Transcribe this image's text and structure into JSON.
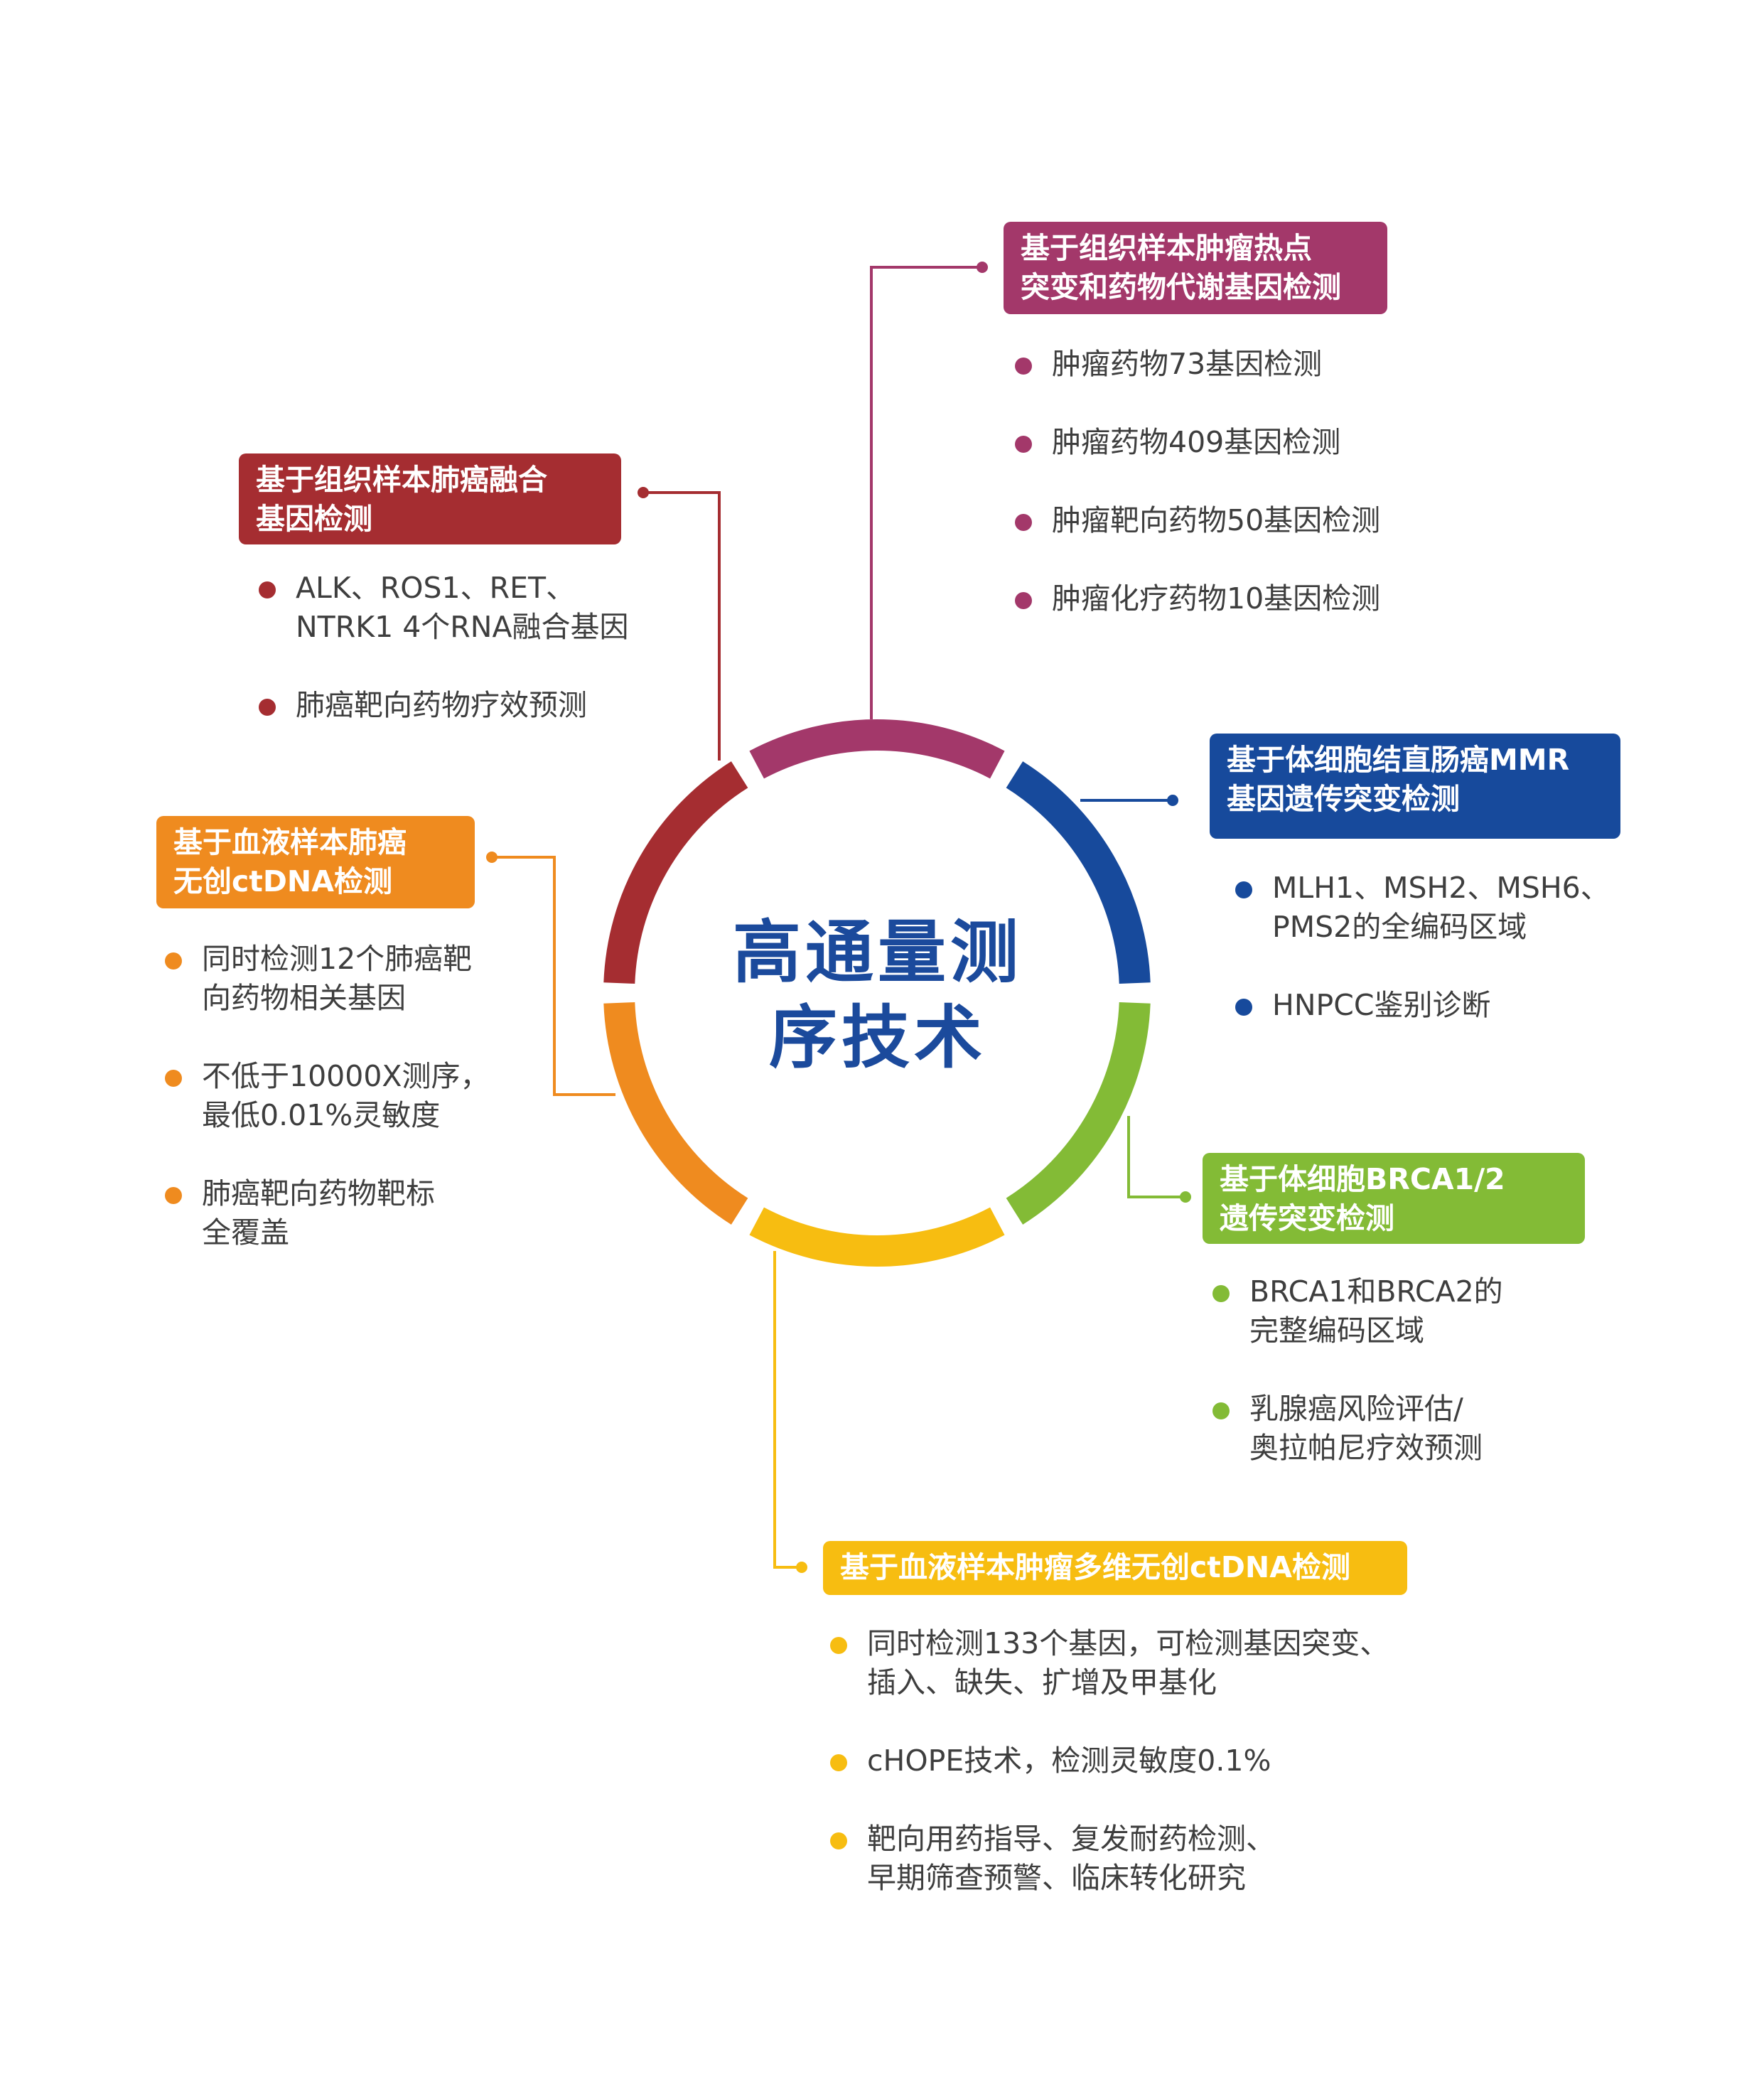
{
  "center": {
    "title_line1": "高通量测",
    "title_line2": "序技术"
  },
  "colors": {
    "purple": "#a3386a",
    "red": "#a52d31",
    "blue": "#174a9c",
    "green": "#83bb36",
    "yellow": "#f7bd11",
    "orange": "#ef8b1f",
    "title": "#1b4a9c",
    "text": "#3e3e3e"
  },
  "branches": {
    "purple": {
      "title_line1": "基于组织样本肿瘤热点",
      "title_line2": "突变和药物代谢基因检测",
      "items": [
        {
          "line1": "肿瘤药物73基因检测"
        },
        {
          "line1": "肿瘤药物409基因检测"
        },
        {
          "line1": "肿瘤靶向药物50基因检测"
        },
        {
          "line1": "肿瘤化疗药物10基因检测"
        }
      ]
    },
    "red": {
      "title_line1": "基于组织样本肺癌融合",
      "title_line2": "基因检测",
      "items": [
        {
          "line1": "ALK、ROS1、RET、",
          "line2": "NTRK1 4个RNA融合基因"
        },
        {
          "line1": "肺癌靶向药物疗效预测"
        }
      ]
    },
    "blue": {
      "title_line1": "基于体细胞结直肠癌MMR",
      "title_line2": "基因遗传突变检测",
      "items": [
        {
          "line1": "MLH1、MSH2、MSH6、",
          "line2": "PMS2的全编码区域"
        },
        {
          "line1": "HNPCC鉴别诊断"
        }
      ]
    },
    "green": {
      "title_line1": "基于体细胞BRCA1/2",
      "title_line2": "遗传突变检测",
      "items": [
        {
          "line1": "BRCA1和BRCA2的",
          "line2": "完整编码区域"
        },
        {
          "line1": "乳腺癌风险评估/",
          "line2": "奥拉帕尼疗效预测"
        }
      ]
    },
    "orange": {
      "title_line1": "基于血液样本肺癌",
      "title_line2": "无创ctDNA检测",
      "items": [
        {
          "line1": "同时检测12个肺癌靶",
          "line2": "向药物相关基因"
        },
        {
          "line1": "不低于10000X测序，",
          "line2": "最低0.01%灵敏度"
        },
        {
          "line1": "肺癌靶向药物靶标",
          "line2": "全覆盖"
        }
      ]
    },
    "yellow": {
      "title_line1": "基于血液样本肿瘤多维无创ctDNA检测",
      "items": [
        {
          "line1": "同时检测133个基因，可检测基因突变、",
          "line2": "插入、缺失、扩增及甲基化"
        },
        {
          "line1": "cHOPE技术，检测灵敏度0.1%"
        },
        {
          "line1": "靶向用药指导、复发耐药检测、",
          "line2": "早期筛查预警、临床转化研究"
        }
      ]
    }
  }
}
